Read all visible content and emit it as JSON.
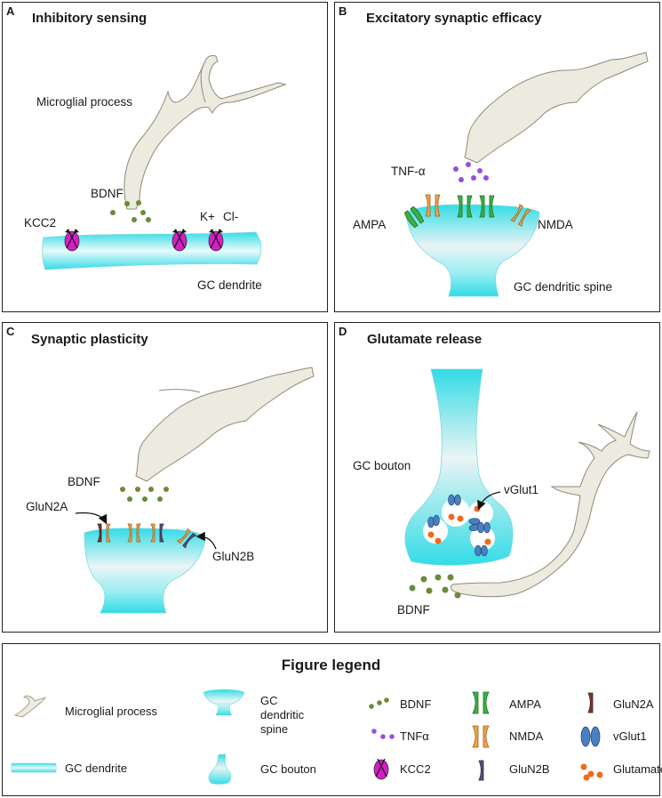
{
  "panels": {
    "a": {
      "letter": "A",
      "title": "Inhibitory sensing",
      "microglia_label": "Microglial process",
      "bdnf_label": "BDNF",
      "kcc2_label": "KCC2",
      "kplus_label": "K+",
      "clminus_label": "Cl-",
      "dendrite_label": "GC dendrite"
    },
    "b": {
      "letter": "B",
      "title": "Excitatory synaptic efficacy",
      "tnf_label": "TNF-α",
      "ampa_label": "AMPA",
      "nmda_label": "NMDA",
      "spine_label": "GC dendritic spine"
    },
    "c": {
      "letter": "C",
      "title": "Synaptic plasticity",
      "bdnf_label": "BDNF",
      "glun2a_label": "GluN2A",
      "glun2b_label": "GluN2B"
    },
    "d": {
      "letter": "D",
      "title": "Glutamate release",
      "bouton_label": "GC bouton",
      "vglut_label": "vGlut1",
      "bdnf_label": "BDNF"
    }
  },
  "legend": {
    "title": "Figure legend",
    "items": {
      "microglial_process": "Microglial process",
      "gc_dendrite": "GC dendrite",
      "gc_dendritic_spine": "GC dendritic spine",
      "gc_bouton": "GC bouton",
      "bdnf": "BDNF",
      "tnfa": "TNFα",
      "kcc2": "KCC2",
      "ampa": "AMPA",
      "nmda": "NMDA",
      "glun2b": "GluN2B",
      "glun2a": "GluN2A",
      "vglut1": "vGlut1",
      "glutamate": "Glutamate"
    }
  },
  "colors": {
    "microglia": "#edeae0",
    "cyan": "#3ddde6",
    "bdnf": "#6b8a3a",
    "tnf": "#9a4de0",
    "kcc2": "#d61ec8",
    "ampa": "#3cb043",
    "nmda": "#f2a046",
    "glun2a": "#7a3a2e",
    "glun2b": "#5a4e7e",
    "vglut": "#4a7fc1",
    "glutamate": "#f06a1a"
  }
}
